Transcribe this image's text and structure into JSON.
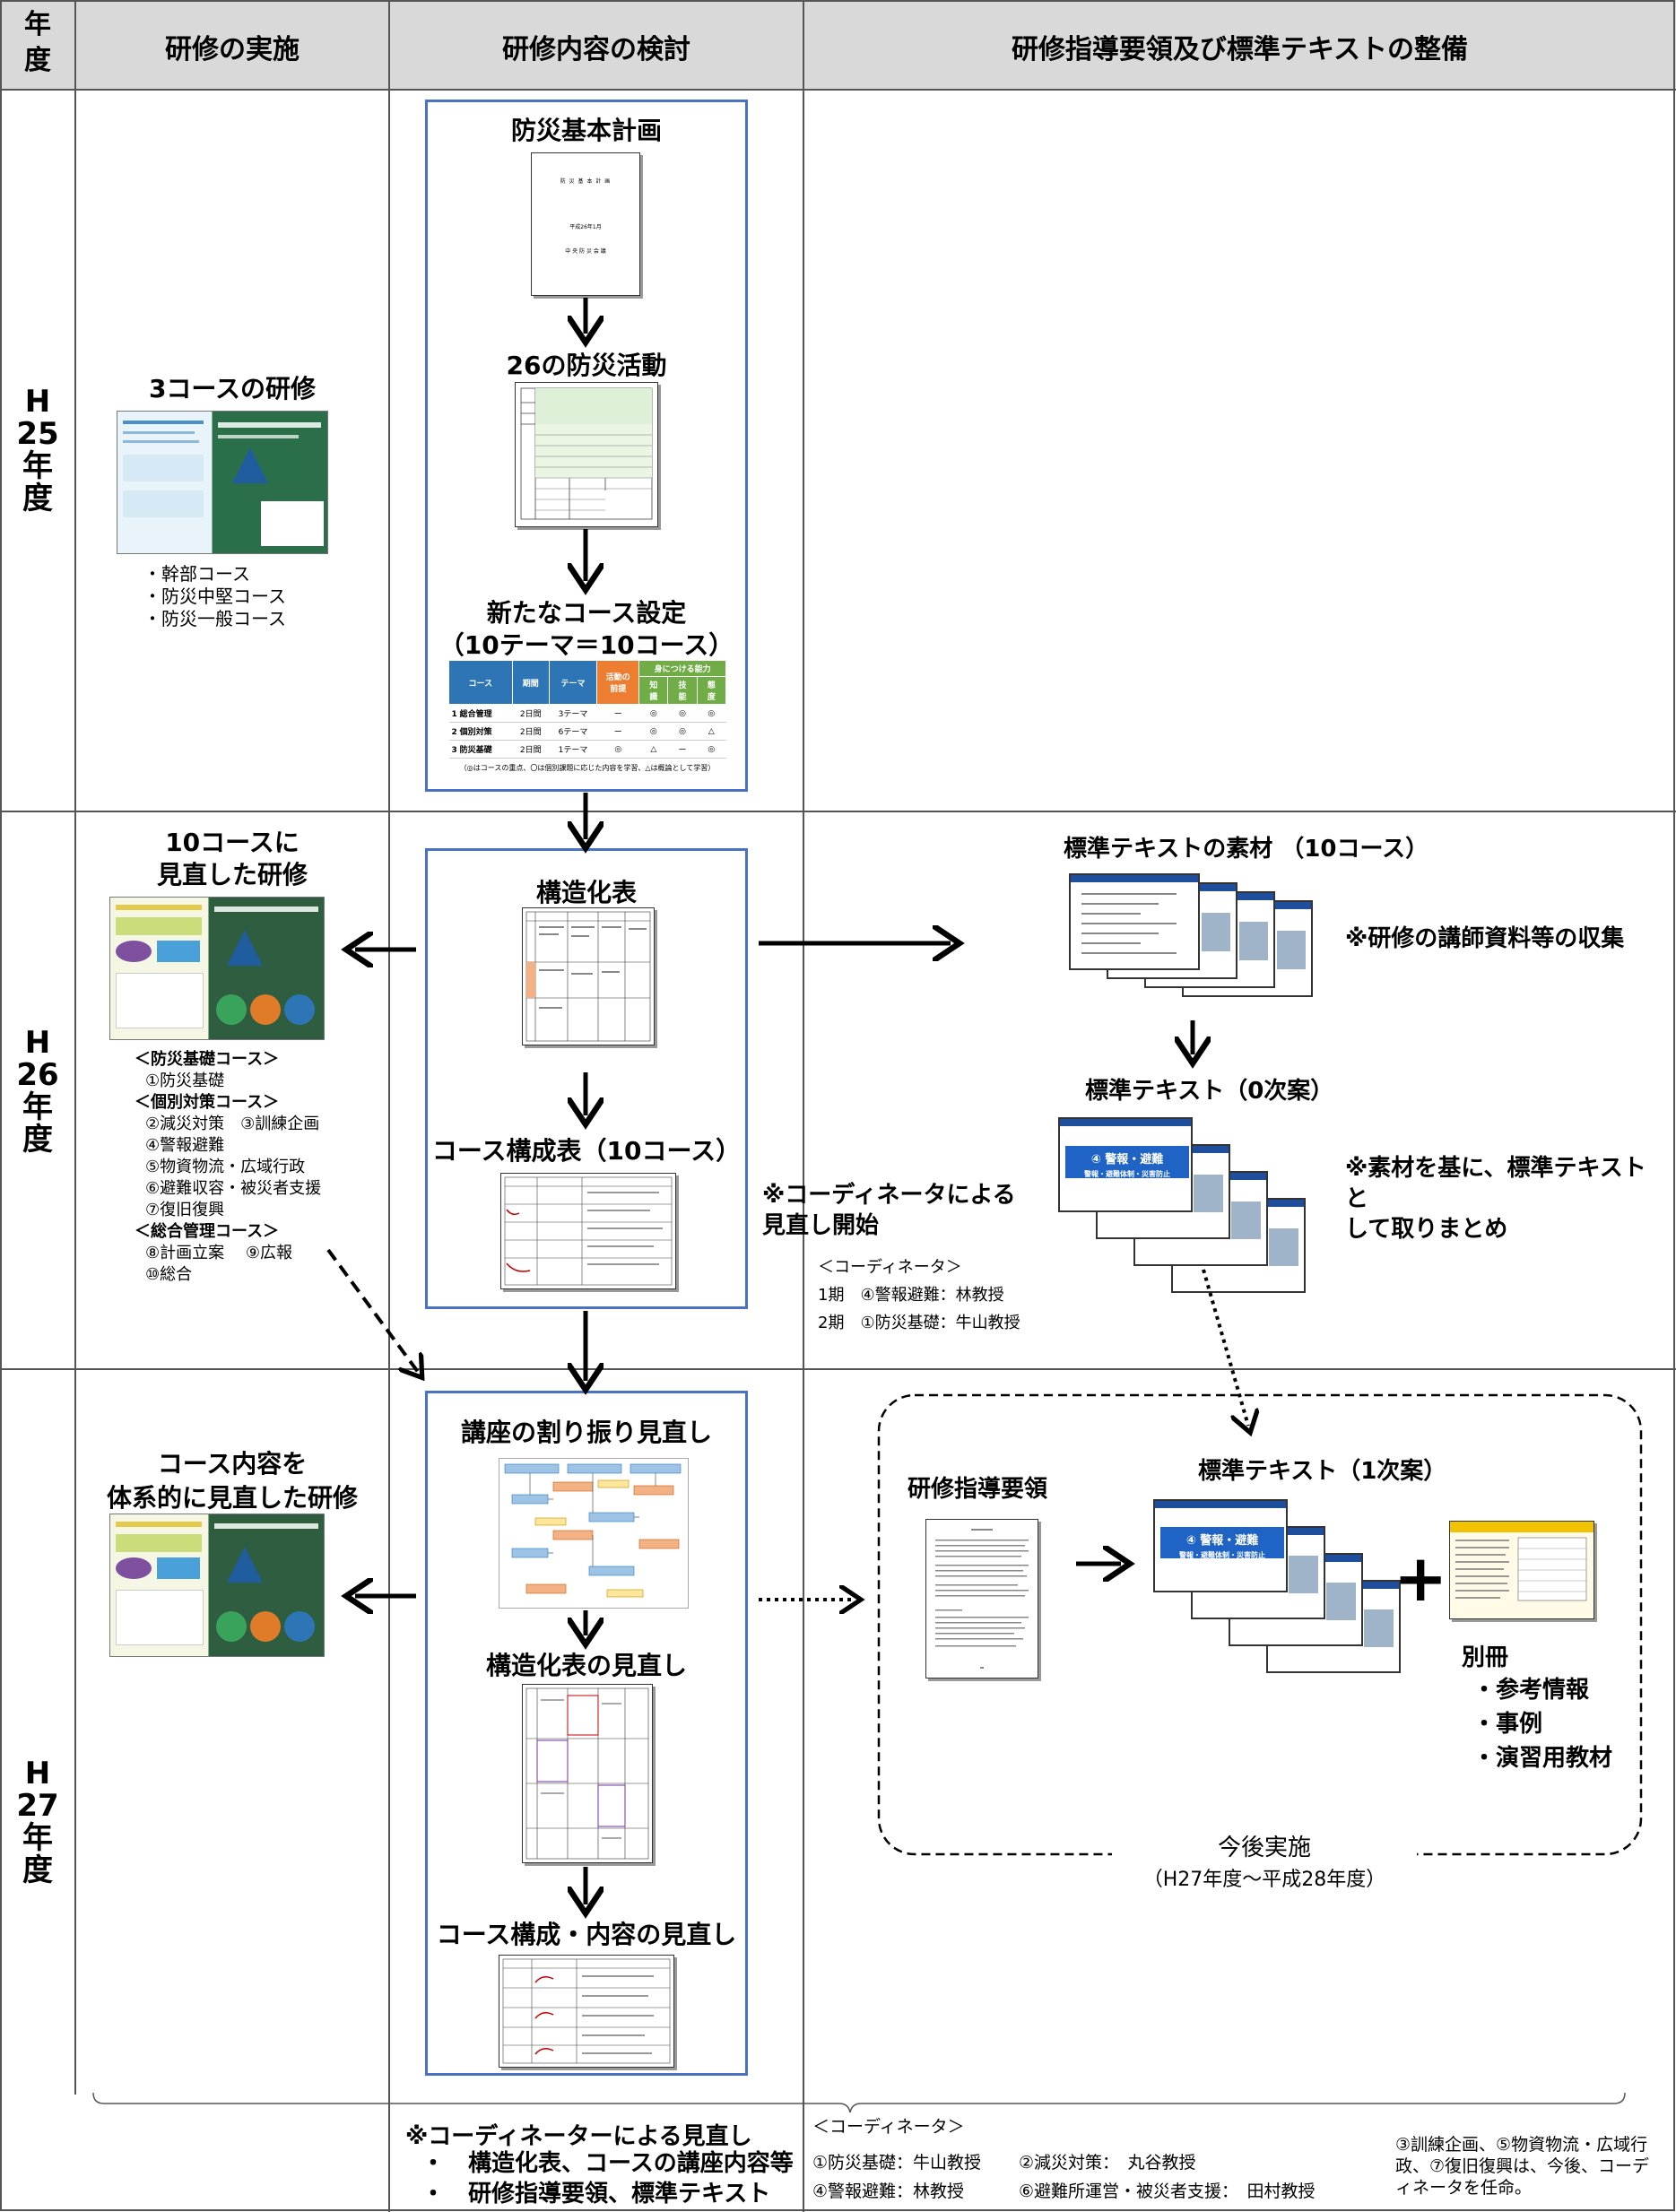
{
  "header": {
    "year_col": "年\n度",
    "col1": "研修の実施",
    "col2": "研修内容の検討",
    "col3": "研修指導要領及び標準テキストの整備"
  },
  "years": {
    "h25": "H\n25\n年\n度",
    "h26": "H\n26\n年\n度",
    "h27": "H\n27\n年\n度"
  },
  "h25": {
    "training_title": "3コースの研修",
    "courses": [
      "・幹部コース",
      "・防災中堅コース",
      "・防災一般コース"
    ],
    "plan_title": "防災基本計画",
    "plan_doc_lines": [
      "防 災 基 本 計 画",
      "平成26年1月",
      "中 央 防 災 会 議"
    ],
    "activities_title": "26の防災活動",
    "course_setting_title": "新たなコース設定",
    "course_setting_sub": "（10テーマ＝10コース）",
    "table": {
      "headers": [
        "コース",
        "期間",
        "テーマ",
        "活動の\n前提",
        "身につける能力"
      ],
      "sub_headers": [
        "知\n識",
        "技\n能",
        "態\n度"
      ],
      "rows": [
        [
          "1",
          "総合管理",
          "2日間",
          "3テーマ",
          "ー",
          "◎",
          "◎",
          "◎"
        ],
        [
          "2",
          "個別対策",
          "2日間",
          "6テーマ",
          "ー",
          "◎",
          "◎",
          "△"
        ],
        [
          "3",
          "防災基礎",
          "2日間",
          "1テーマ",
          "◎",
          "△",
          "ー",
          "◎"
        ]
      ],
      "note": "（◎はコースの重点、〇は個別課題に応じた内容を学習、△は概論として学習）"
    }
  },
  "h26": {
    "training_title": "10コースに\n見直した研修",
    "course_groups": [
      {
        "label": "＜防災基礎コース＞",
        "items": [
          "①防災基礎"
        ]
      },
      {
        "label": "＜個別対策コース＞",
        "items": [
          "②減災対策　③訓練企画",
          "④警報避難",
          "⑤物資物流・広域行政",
          "⑥避難収容・被災者支援",
          "⑦復旧復興"
        ]
      },
      {
        "label": "＜総合管理コース＞",
        "items": [
          "⑧計画立案　 ⑨広報",
          "⑩総合"
        ]
      }
    ],
    "structure_title": "構造化表",
    "course_table_title": "コース構成表（10コース）",
    "coordinator_note": "※コーディネータによる\n見直し開始",
    "coordinator_head": "＜コーディネータ＞",
    "coordinators": [
      "1期　④警報避難：林教授",
      "2期　①防災基礎：牛山教授"
    ],
    "material_title": "標準テキストの素材 （10コース）",
    "material_note": "※研修の講師資料等の収集",
    "text0_title": "標準テキスト（0次案）",
    "text0_note": "※素材を基に、標準テキストと\nして取りまとめ",
    "slide_title": "④ 警報・避難",
    "slide_sub": "警報・避難体制・災害防止"
  },
  "h27": {
    "training_title": "コース内容を\n体系的に見直した研修",
    "allocation_title": "講座の割り振り見直し",
    "structure_review_title": "構造化表の見直し",
    "course_review_title": "コース構成・内容の見直し",
    "guideline_title": "研修指導要領",
    "text1_title": "標準テキスト（1次案）",
    "appendix_title": "別冊",
    "appendix_items": [
      "・参考情報",
      "・事例",
      "・演習用教材"
    ],
    "future_label": "今後実施",
    "future_sub": "（H27年度～平成28年度）"
  },
  "footer": {
    "review_head": "※コーディネーターによる見直し",
    "review_items": [
      "・　構造化表、コースの講座内容等",
      "・　研修指導要領、標準テキスト"
    ],
    "coord_head": "＜コーディネータ＞",
    "coords": [
      "①防災基礎：牛山教授",
      "②減災対策：　丸谷教授",
      "④警報避難：林教授",
      "⑥避難所運営・被災者支援：　田村教授"
    ],
    "remark": "③訓練企画、⑤物資物流・広域行政、⑦復旧復興は、今後、コーディネータを任命。"
  },
  "colors": {
    "header_bg": "#d9d9d9",
    "box_border": "#4a72c4",
    "table_blue": "#2e75b6",
    "table_orange": "#ed7d31",
    "table_green": "#70ad47"
  }
}
